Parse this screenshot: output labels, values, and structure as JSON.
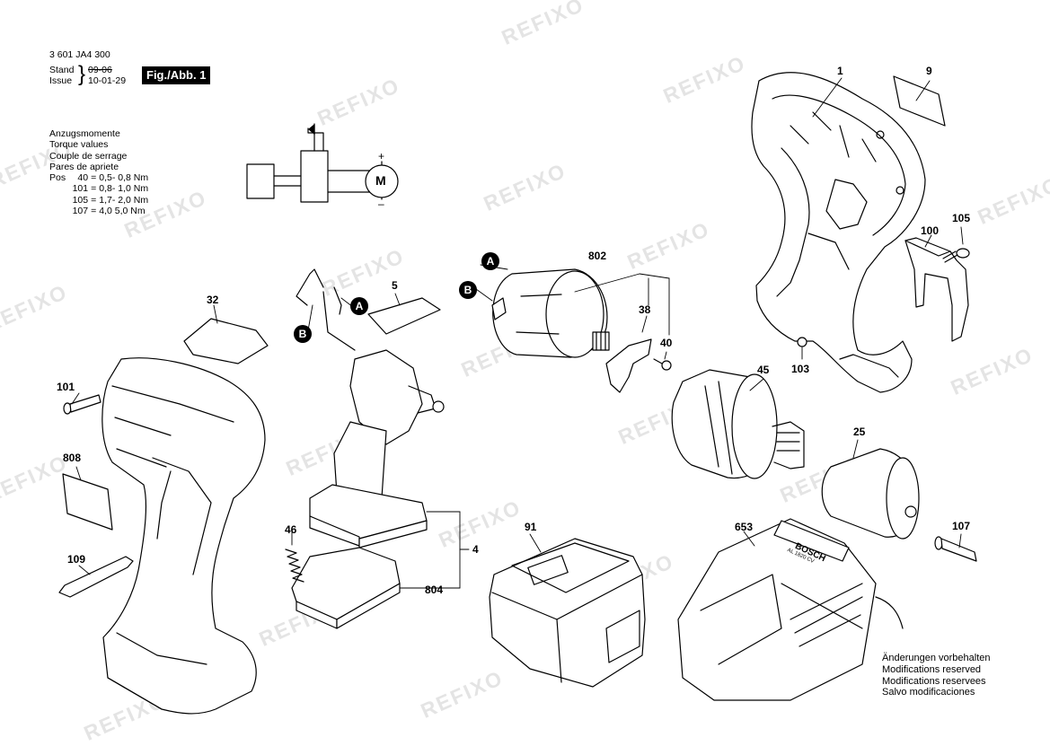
{
  "header": {
    "part_number": "3 601 JA4 300",
    "stand_label": "Stand",
    "issue_label": "Issue",
    "old_date": "09-06",
    "new_date": "10-01-29",
    "figure_label": "Fig./Abb. 1"
  },
  "torque": {
    "headings": [
      "Anzugsmomente",
      "Torque values",
      "Couple de serrage",
      "Pares de apriete"
    ],
    "rows": [
      {
        "pos": "Pos",
        "id": "40",
        "eq": "=",
        "value": "0,5- 0,8 Nm"
      },
      {
        "pos": "",
        "id": "101",
        "eq": "=",
        "value": "0,8- 1,0 Nm"
      },
      {
        "pos": "",
        "id": "105",
        "eq": "=",
        "value": "1,7- 2,0 Nm"
      },
      {
        "pos": "",
        "id": "107",
        "eq": "=",
        "value": "4,0  5,0 Nm"
      }
    ]
  },
  "schematic": {
    "motor_label": "M",
    "plus": "+",
    "minus": "–"
  },
  "parts": {
    "p1": "1",
    "p9": "9",
    "p100": "100",
    "p105": "105",
    "p103": "103",
    "p802": "802",
    "p38": "38",
    "p40": "40",
    "p45": "45",
    "p25": "25",
    "p107": "107",
    "p32": "32",
    "p5": "5",
    "p101": "101",
    "p808": "808",
    "p109": "109",
    "p46": "46",
    "p4": "4",
    "p804": "804",
    "p91": "91",
    "p653": "653"
  },
  "callouts": {
    "a": "A",
    "b": "B"
  },
  "charger_brand": "BOSCH",
  "charger_model": "AL 1820 CV",
  "notes": [
    "Änderungen vorbehalten",
    "Modifications reserved",
    "Modifications reservees",
    "Salvo modificaciones"
  ],
  "watermark": "REFIXO"
}
